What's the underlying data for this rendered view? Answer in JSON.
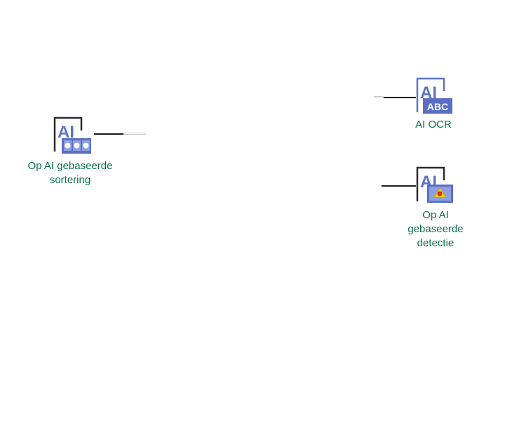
{
  "nodes": {
    "sorting": {
      "label": "Op AI gebaseerde sortering",
      "icon_text": "AI",
      "icon": "ai-sorting-icon"
    },
    "ocr": {
      "label": "AI OCR",
      "icon_text": "AI",
      "icon_subtext": "ABC",
      "icon": "ai-ocr-icon"
    },
    "detection": {
      "label_lines": [
        "Op AI",
        "gebaseerde",
        "detectie"
      ],
      "icon_text": "AI",
      "icon": "ai-detection-icon"
    }
  },
  "colors": {
    "label": "#0b6e4f",
    "icon_blue": "#5b74c9",
    "icon_badge": "#5a6fc4",
    "icon_frame": "#2b2b2b",
    "detection_fill": "#f2d21a",
    "detection_red": "#d92c2c"
  }
}
